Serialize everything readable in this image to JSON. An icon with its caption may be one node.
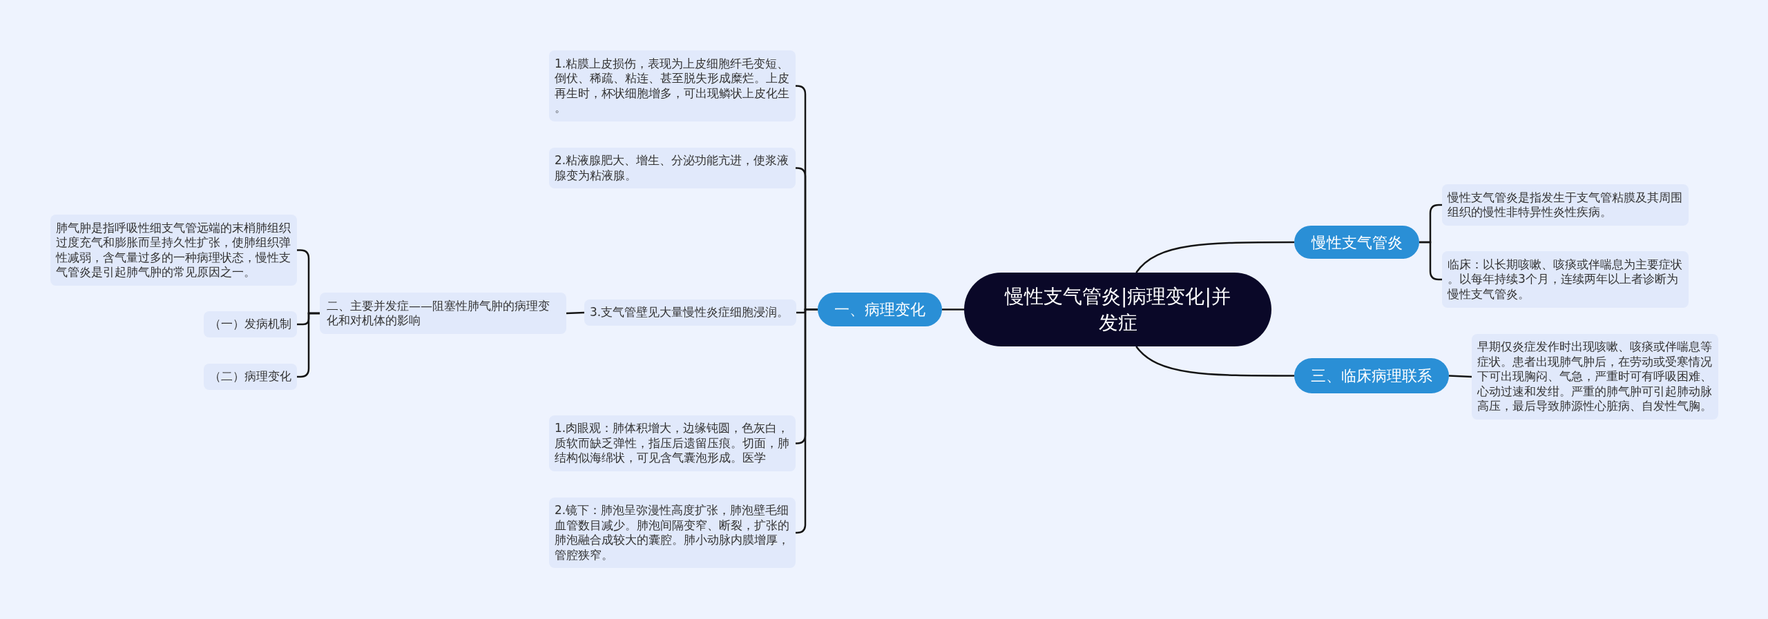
{
  "diagram": {
    "nodes": [
      {
        "text": [
          "慢性支气管炎|病理变化|并发症"
        ]
      },
      {
        "text": [
          "慢性支气管炎"
        ]
      },
      {
        "text": [
          "慢性支气管炎是指发生于支气管粘膜及其周围组织的慢性非特异性炎性疾病。"
        ]
      },
      {
        "text": [
          "临床：以长期咳嗽、咳痰或伴喘息为主要症状。以每年持续3个月，连续两年以上者诊断为慢性支气管炎。"
        ]
      },
      {
        "text": [
          "三、临床病理联系"
        ]
      },
      {
        "text": [
          "早期仅炎症发作时出现咳嗽、咳痰或伴喘息等症状。患者出现肺气肿后，在劳动或受寒情况下可出现胸闷、气急，严重时可有呼吸困难、心动过速和发绀。严重的肺气肿可引起肺动脉高压，最后导致肺源性心脏病、自发性气胸。"
        ]
      },
      {
        "text": [
          "一、病理变化"
        ]
      },
      {
        "text": [
          "1.粘膜上皮损伤，表现为上皮细胞纤毛变短、倒伏、稀疏、粘连、甚至脱失形成糜烂。上皮再生时，杯状细胞增多，可出现鳞状上皮化生。"
        ]
      },
      {
        "text": [
          "2.粘液腺肥大、增生、分泌功能亢进，使浆液腺变为粘液腺。"
        ]
      },
      {
        "text": [
          "3.支气管壁见大量慢性炎症细胞浸润。"
        ]
      },
      {
        "text": [
          "二、主要并发症——阻塞性肺气肿的病理变化和对机体的影响"
        ]
      },
      {
        "text": [
          "肺气肿是指呼吸性细支气管远端的末梢肺组织过度充气和膨胀而呈持久性扩张，使肺组织弹性减弱，含气量过多的一种病理状态，慢性支气管炎是引起肺气肿的常见原因之一。"
        ]
      },
      {
        "text": [
          "（一）发病机制"
        ]
      },
      {
        "text": [
          "（二）病理变化"
        ]
      },
      {
        "text": [
          "1.肉眼观：肺体积增大，边缘钝圆，色灰白，质软而缺乏弹性，指压后遗留压痕。切面，肺结构似海绵状，可见含气囊泡形成。医学"
        ]
      },
      {
        "text": [
          "2.镜下：肺泡呈弥漫性高度扩张，肺泡壁毛细血管数目减少。肺泡间隔变窄、断裂，扩张的肺泡融合成较大的囊腔。肺小动脉内膜增厚，管腔狭窄。"
        ]
      }
    ],
    "edges": [
      {
        "from": 0,
        "to": 1,
        "arrow": "none"
      },
      {
        "from": 1,
        "to": 2,
        "arrow": "none"
      },
      {
        "from": 1,
        "to": 3,
        "arrow": "none"
      },
      {
        "from": 0,
        "to": 4,
        "arrow": "none"
      },
      {
        "from": 4,
        "to": 5,
        "arrow": "none"
      },
      {
        "from": 0,
        "to": 6,
        "arrow": "none"
      },
      {
        "from": 6,
        "to": 7,
        "arrow": "none"
      },
      {
        "from": 6,
        "to": 8,
        "arrow": "none"
      },
      {
        "from": 6,
        "to": 9,
        "arrow": "none"
      },
      {
        "from": 9,
        "to": 10,
        "arrow": "none"
      },
      {
        "from": 10,
        "to": 11,
        "arrow": "none"
      },
      {
        "from": 10,
        "to": 12,
        "arrow": "none"
      },
      {
        "from": 10,
        "to": 13,
        "arrow": "none"
      },
      {
        "from": 6,
        "to": 14,
        "arrow": "none"
      },
      {
        "from": 6,
        "to": 15,
        "arrow": "none"
      }
    ]
  }
}
